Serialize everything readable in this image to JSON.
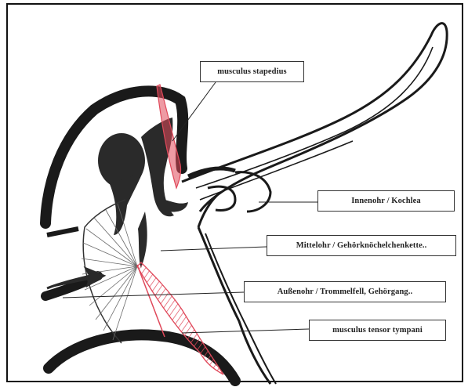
{
  "labels": {
    "stapedius": "musculus stapedius",
    "inner_ear": "Innenohr / Kochlea",
    "middle_ear": "Mittelohr / Gehörknöchelchenkette..",
    "outer_ear": "Außenohr / Trommelfell, Gehörgang..",
    "tensor": "musculus tensor tympani"
  },
  "colors": {
    "outline": "#1a1a1a",
    "bone_fill": "#2a2a2a",
    "muscle": "#e0485a",
    "paper": "#ffffff"
  }
}
